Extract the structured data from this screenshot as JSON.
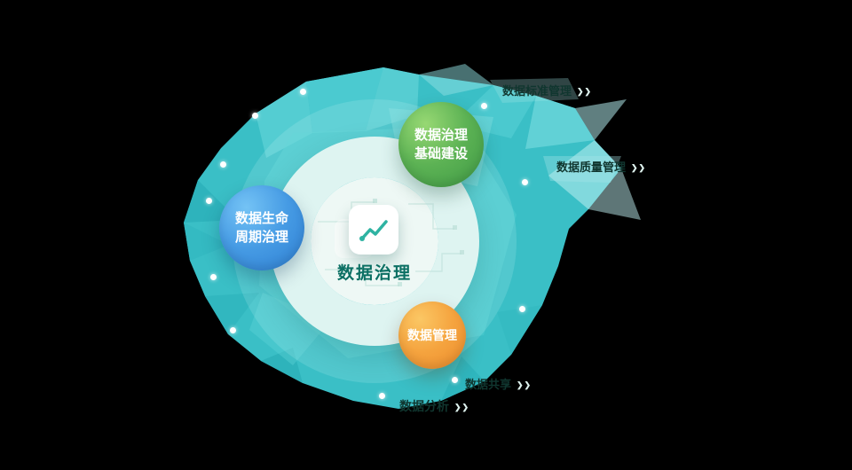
{
  "center": {
    "title": "数据治理",
    "icon": "line-chart-icon"
  },
  "nodes": {
    "infrastructure": {
      "line1": "数据治理",
      "line2": "基础建设"
    },
    "lifecycle": {
      "line1": "数据生命",
      "line2": "周期治理"
    },
    "management": {
      "label": "数据管理"
    }
  },
  "ghost_labels": {
    "standard": "数据标准管理",
    "quality": "数据质量管理",
    "sharing": "数据共享",
    "analysis": "数据分析"
  },
  "icons": {
    "double_chevron": "❯❯"
  },
  "colors": {
    "background": "#000000",
    "blob": "#3abfc6",
    "ring": "#def4f1",
    "node_green": "#3f9a45",
    "node_blue": "#2e7ed2",
    "node_orange": "#ec8b2c",
    "icon_stroke": "#2eb3a2",
    "title_text": "#0b6f63"
  }
}
